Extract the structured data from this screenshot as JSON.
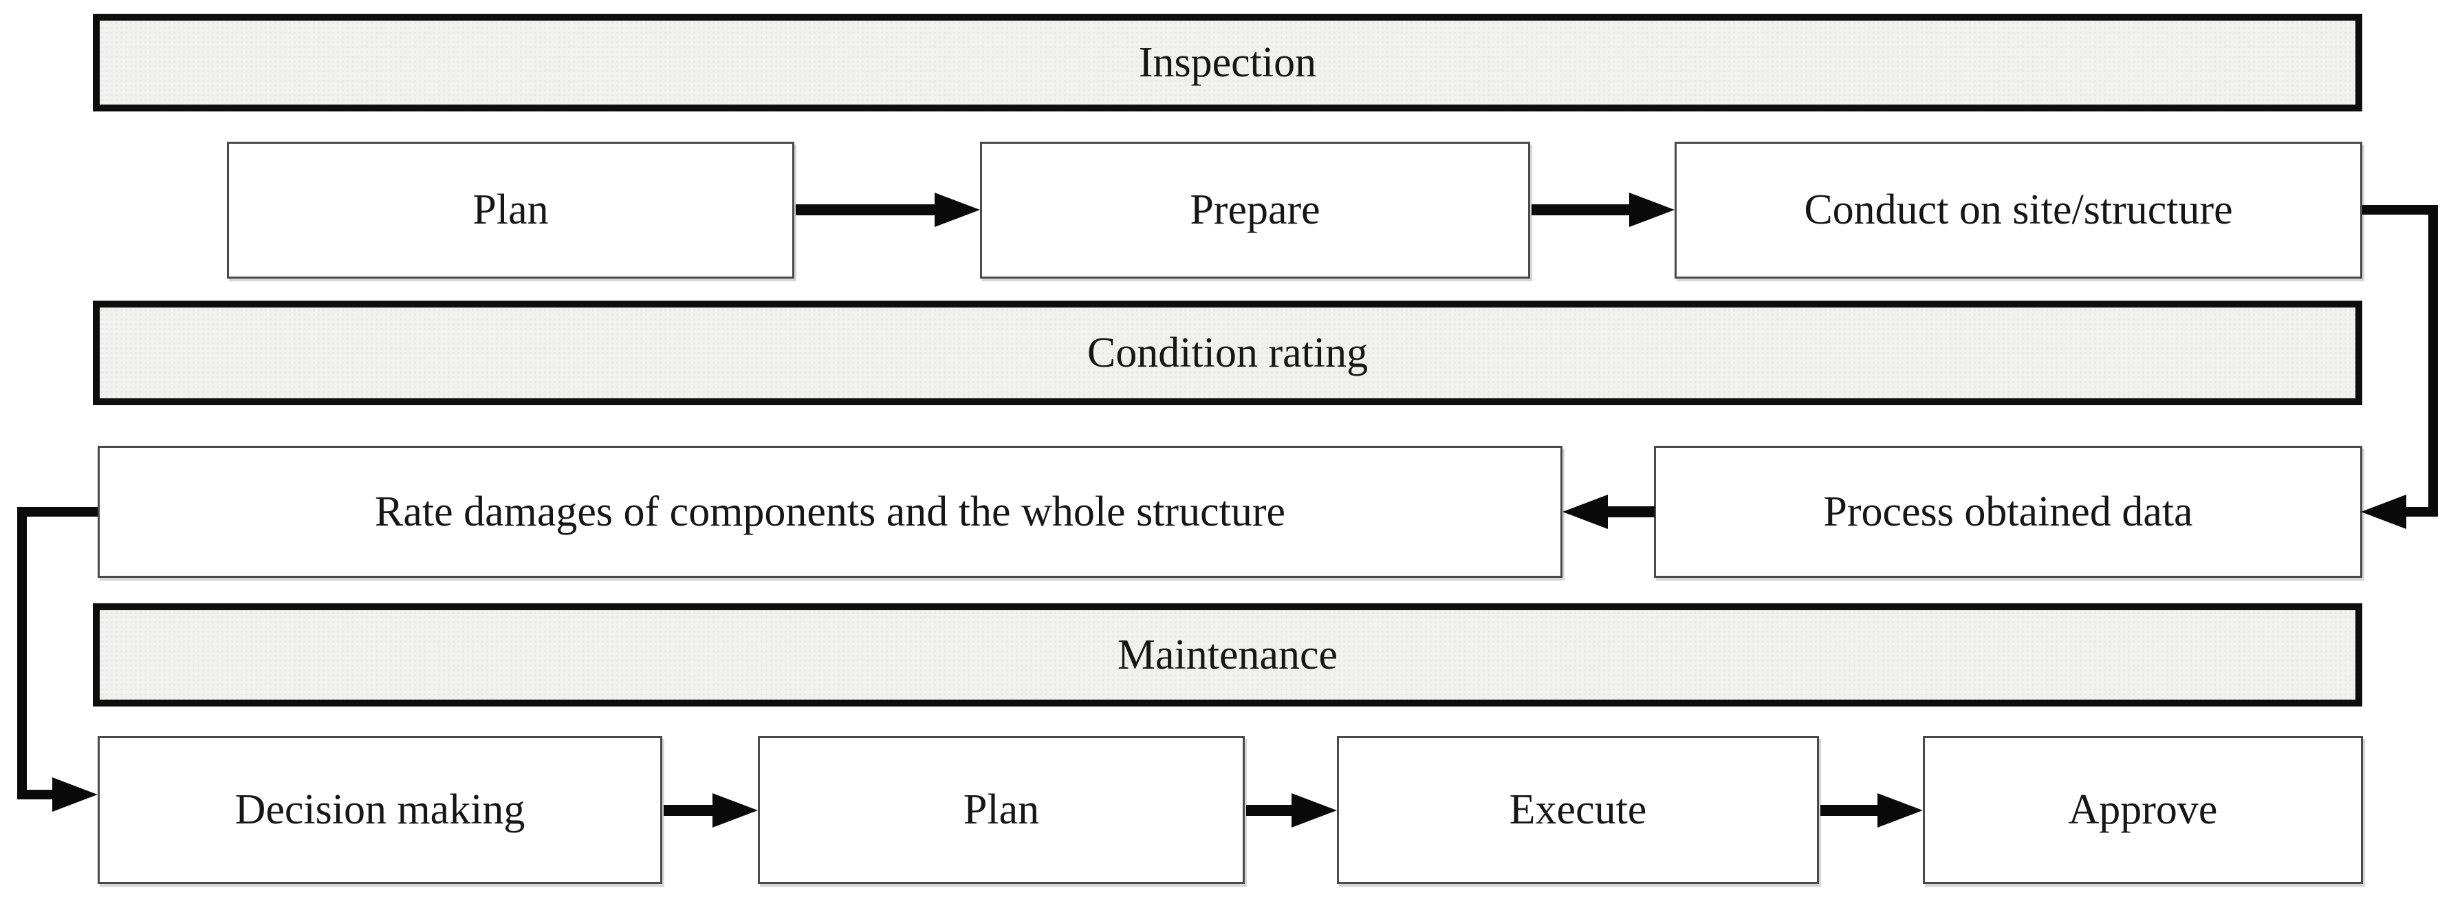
{
  "flow": {
    "sections": [
      {
        "label": "Inspection",
        "steps": [
          "Plan",
          "Prepare",
          "Conduct on site/structure"
        ]
      },
      {
        "label": "Condition rating",
        "steps": [
          "Rate damages of components and the whole structure",
          "Process obtained data"
        ]
      },
      {
        "label": "Maintenance",
        "steps": [
          "Decision making",
          "Plan",
          "Execute",
          "Approve"
        ]
      }
    ],
    "connections": [
      {
        "from": "Plan",
        "to": "Prepare",
        "type": "straight-right"
      },
      {
        "from": "Prepare",
        "to": "Conduct on site/structure",
        "type": "straight-right"
      },
      {
        "from": "Conduct on site/structure",
        "to": "Process obtained data",
        "type": "elbow-right-down"
      },
      {
        "from": "Process obtained data",
        "to": "Rate damages of components and the whole structure",
        "type": "straight-left"
      },
      {
        "from": "Rate damages of components and the whole structure",
        "to": "Decision making",
        "type": "elbow-left-down"
      },
      {
        "from": "Decision making",
        "to": "Plan",
        "type": "straight-right"
      },
      {
        "from": "Plan",
        "to": "Execute",
        "type": "straight-right"
      },
      {
        "from": "Execute",
        "to": "Approve",
        "type": "straight-right"
      }
    ],
    "colors": {
      "bar_fill": "#f1f1ef",
      "bar_border": "#0e0e0e",
      "box_border": "#4a4a4a",
      "arrow": "#0a0a0a",
      "text": "#161616",
      "bg": "#ffffff"
    }
  }
}
